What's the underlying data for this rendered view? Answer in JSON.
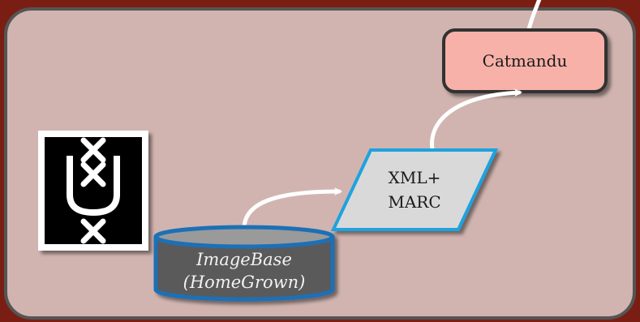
{
  "diagram": {
    "nodes": {
      "catmandu": {
        "label": "Catmandu"
      },
      "xml_marc": {
        "label_line1": "XML+",
        "label_line2": "MARC"
      },
      "imagebase": {
        "label_line1": "ImageBase",
        "label_line2": "(HomeGrown)"
      }
    },
    "logo": {
      "name": "university-of-amsterdam-logo"
    },
    "edges": [
      {
        "from": "imagebase",
        "to": "xml_marc"
      },
      {
        "from": "xml_marc",
        "to": "catmandu"
      },
      {
        "from": "catmandu",
        "to": "offscreen-top"
      }
    ],
    "colors": {
      "background": "#7a1e14",
      "panel": "#d1b4b0",
      "panel_border": "#555555",
      "catmandu_fill": "#f7b1a8",
      "xml_fill": "#d9d9d9",
      "xml_border": "#1aa3e0",
      "db_fill": "#5a5a5a",
      "db_border": "#1f6fb6",
      "arrow": "#ffffff"
    }
  }
}
